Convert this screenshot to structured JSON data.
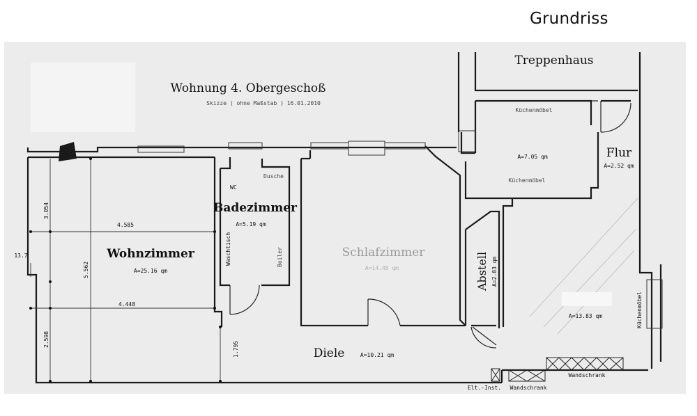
{
  "page": {
    "title": "Grundriss"
  },
  "plan": {
    "heading": "Wohnung 4. Obergeschoß",
    "subtitle": "Skizze ( ohne Maßstab ) 16.01.2010",
    "rooms": {
      "stairwell": {
        "name": "Treppenhaus"
      },
      "living": {
        "name": "Wohnzimmer",
        "area": "A=25.16 qm"
      },
      "bath": {
        "name": "Badezimmer",
        "area": "A=5.19 qm",
        "fixtures": [
          "WC",
          "Dusche",
          "Waschtisch",
          "Boiler"
        ]
      },
      "bedroom": {
        "name": "Schlafzimmer",
        "area": "A=14.45 qm"
      },
      "kitchen": {
        "area": "A=7.05 qm",
        "fixtures": [
          "Küchenmöbel",
          "Küchenmöbel"
        ]
      },
      "hall": {
        "name": "Flur",
        "area": "A=2.52 qm"
      },
      "storage": {
        "name": "Abstell",
        "area": "A=2.03 qm"
      },
      "eat_in_kitchen": {
        "area": "A=13.83 qm",
        "fixture": "Küchenmöbel"
      },
      "corridor": {
        "name": "Diele",
        "area": "A=10.21 qm"
      }
    },
    "dimensions": [
      "3.054",
      "4.585",
      "13.7",
      "5.562",
      "4.448",
      "2.598",
      "1.795"
    ],
    "bottom_labels": {
      "installation": "Elt.-Inst.",
      "wardrobe_1": "Wandschrank",
      "wardrobe_2": "Wandschrank"
    }
  }
}
